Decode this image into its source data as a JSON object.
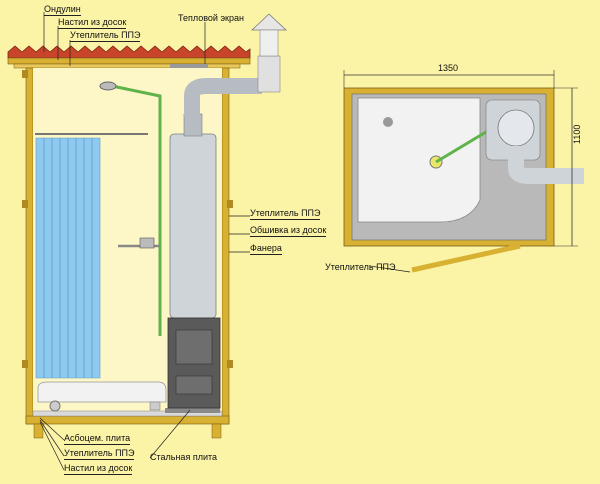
{
  "labels": {
    "roof_covering": "Ондулин",
    "roof_deck": "Настил из досок",
    "roof_insulation": "Утеплитель ППЭ",
    "heat_shield": "Тепловой экран",
    "wall_insulation": "Утеплитель ППЭ",
    "wall_cladding": "Обшивка из досок",
    "plywood": "Фанера",
    "floor_asbestos": "Асбоцем. плита",
    "floor_insulation": "Утеплитель ППЭ",
    "floor_deck": "Настил из досок",
    "steel_plate": "Стальная плита",
    "plan_insulation": "Утеплитель ППЭ"
  },
  "dimensions": {
    "width": "1350",
    "depth": "1100"
  },
  "colors": {
    "background": "#fbf3a6",
    "wall_gold": "#d9b132",
    "roof_red": "#c8452b",
    "curtain_blue": "#8fc9f0",
    "heater_gray": "#cfd4d9",
    "stove_dark": "#5a5a5a",
    "pipe_green": "#5fb34a"
  }
}
